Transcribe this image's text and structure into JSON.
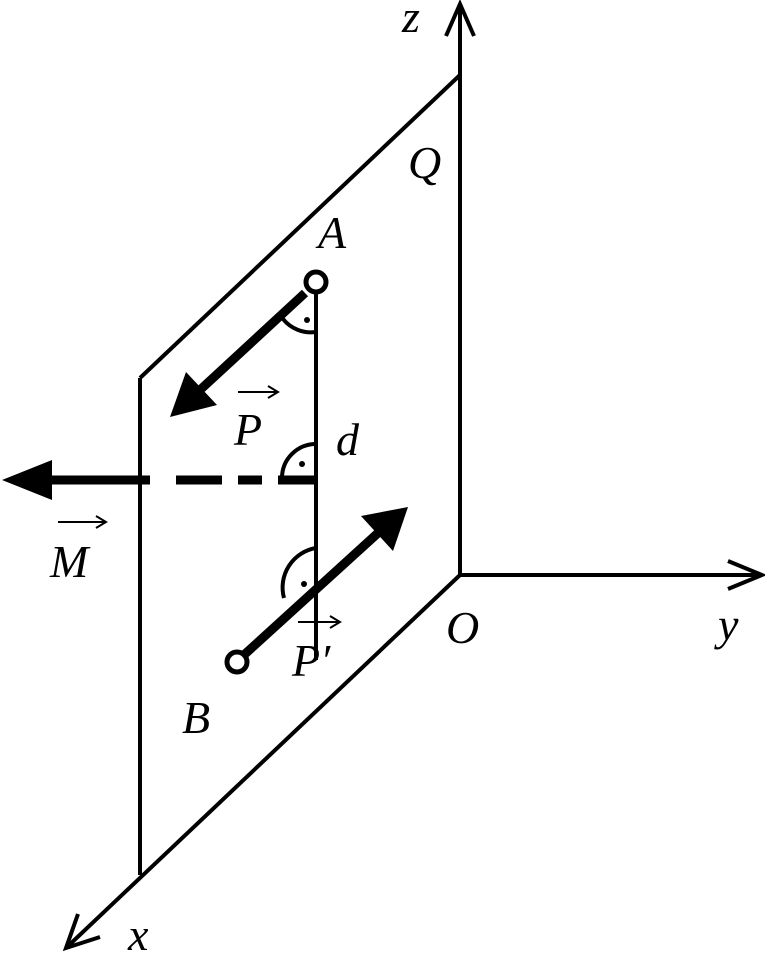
{
  "labels": {
    "z_axis": "z",
    "y_axis": "y",
    "x_axis": "x",
    "origin": "O",
    "plane": "Q",
    "point_a": "A",
    "point_b": "B",
    "distance": "d",
    "force_p": "P",
    "force_p_prime": "P′",
    "moment": "M"
  }
}
